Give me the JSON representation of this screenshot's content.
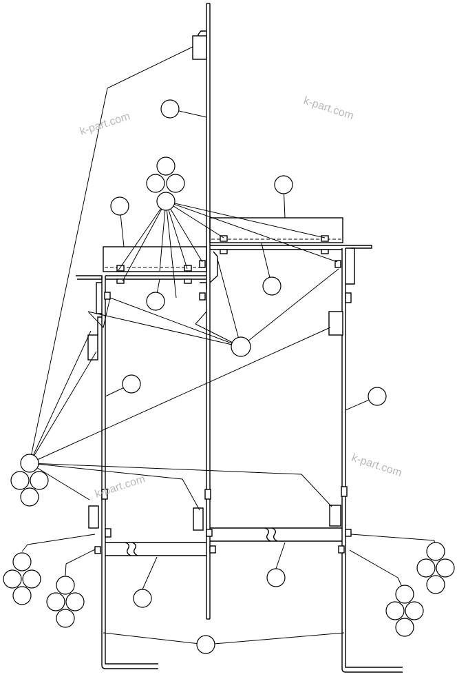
{
  "watermark": {
    "text_1": "k-part.com",
    "text_2": "k-part.com",
    "text_3": "k-part.com",
    "text_4": "k-part.com",
    "color": "#b9b9b9"
  },
  "drawing": {
    "line_color": "#000000",
    "background": "#ffffff",
    "callout_style": "blank circles"
  }
}
